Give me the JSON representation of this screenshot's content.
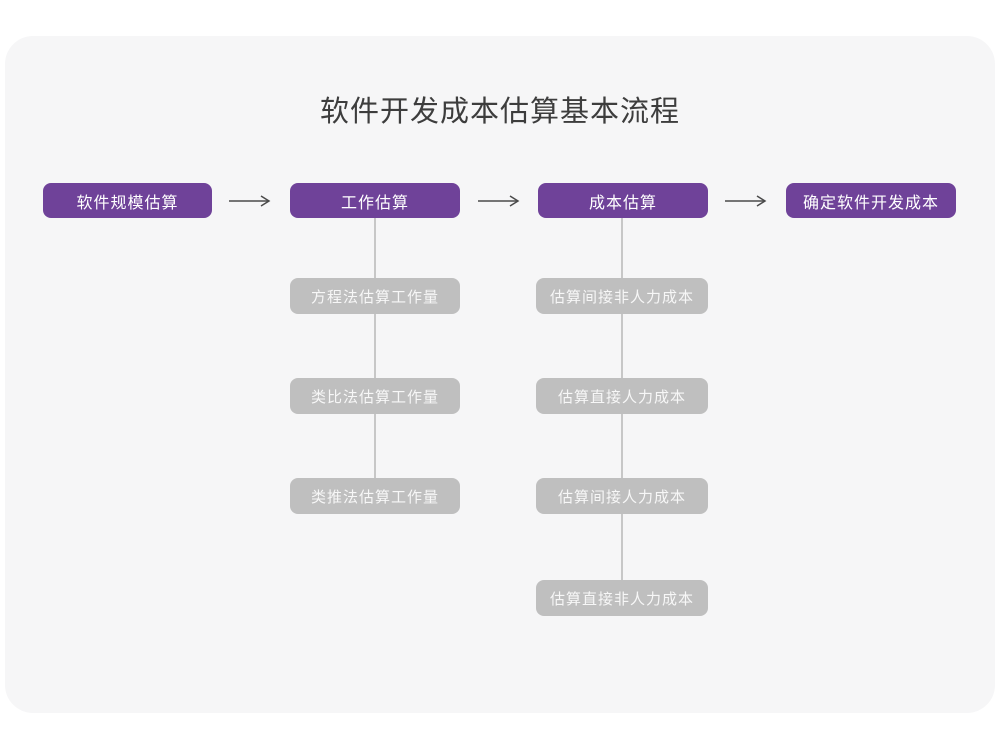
{
  "title": "软件开发成本估算基本流程",
  "flow": {
    "stages": [
      {
        "label": "软件规模估算"
      },
      {
        "label": "工作估算"
      },
      {
        "label": "成本估算"
      },
      {
        "label": "确定软件开发成本"
      }
    ]
  },
  "work_estimation_methods": [
    "方程法估算工作量",
    "类比法估算工作量",
    "类推法估算工作量"
  ],
  "cost_estimation_steps": [
    "估算间接非人力成本",
    "估算直接人力成本",
    "估算间接人力成本",
    "估算直接非人力成本"
  ],
  "colors": {
    "page_bg": "#ffffff",
    "card_bg": "#f6f6f7",
    "stage_bg": "#6f4299",
    "stage_text": "#ffffff",
    "subnode_bg": "#bfbfbf",
    "subnode_text": "#f7f7f7",
    "connector": "#c7c7c7",
    "arrow": "#4a4a4a",
    "title_text": "#3d3d3d"
  }
}
